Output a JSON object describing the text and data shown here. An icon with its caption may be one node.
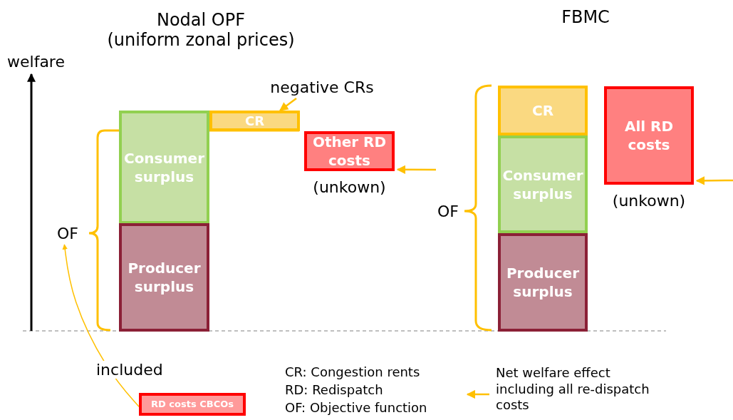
{
  "diagram": {
    "nodes": [
      {
        "text": [
          "CR"
        ]
      },
      {
        "text": [
          "Consumer surplus"
        ]
      },
      {
        "text": [
          "Producer surplus"
        ]
      },
      {
        "text": [
          "Other RD costs"
        ],
        "beside": [
          "(unkown)"
        ]
      },
      {
        "text": [
          "negative CRs"
        ]
      },
      {
        "text": [
          "OF"
        ]
      },
      {
        "text": [
          "RD costs CBCOs"
        ]
      },
      {
        "text": [
          "CR"
        ]
      },
      {
        "text": [
          "Consumer surplus"
        ]
      },
      {
        "text": [
          "Producer surplus"
        ]
      },
      {
        "text": [
          "All RD costs"
        ],
        "beside": [
          "(unkown)"
        ]
      },
      {
        "text": [
          "OF"
        ]
      }
    ],
    "edges": [
      {
        "from": 4,
        "to": 0,
        "arrow": "to"
      },
      {
        "from": 6,
        "to": 5,
        "arrow": "to",
        "label": "included"
      },
      {
        "from": null,
        "to": 3,
        "arrow": "to"
      },
      {
        "from": null,
        "to": 10,
        "arrow": "to"
      }
    ],
    "labels": [
      "Nodal OPF",
      "(uniform zonal prices)",
      "FBMC",
      "welfare",
      "CR: Congestion rents",
      "RD: Redispatch",
      "OF: Objective function"
    ],
    "legend": [
      {
        "text": "Net welfare effect including all re-dispatch costs"
      }
    ]
  }
}
